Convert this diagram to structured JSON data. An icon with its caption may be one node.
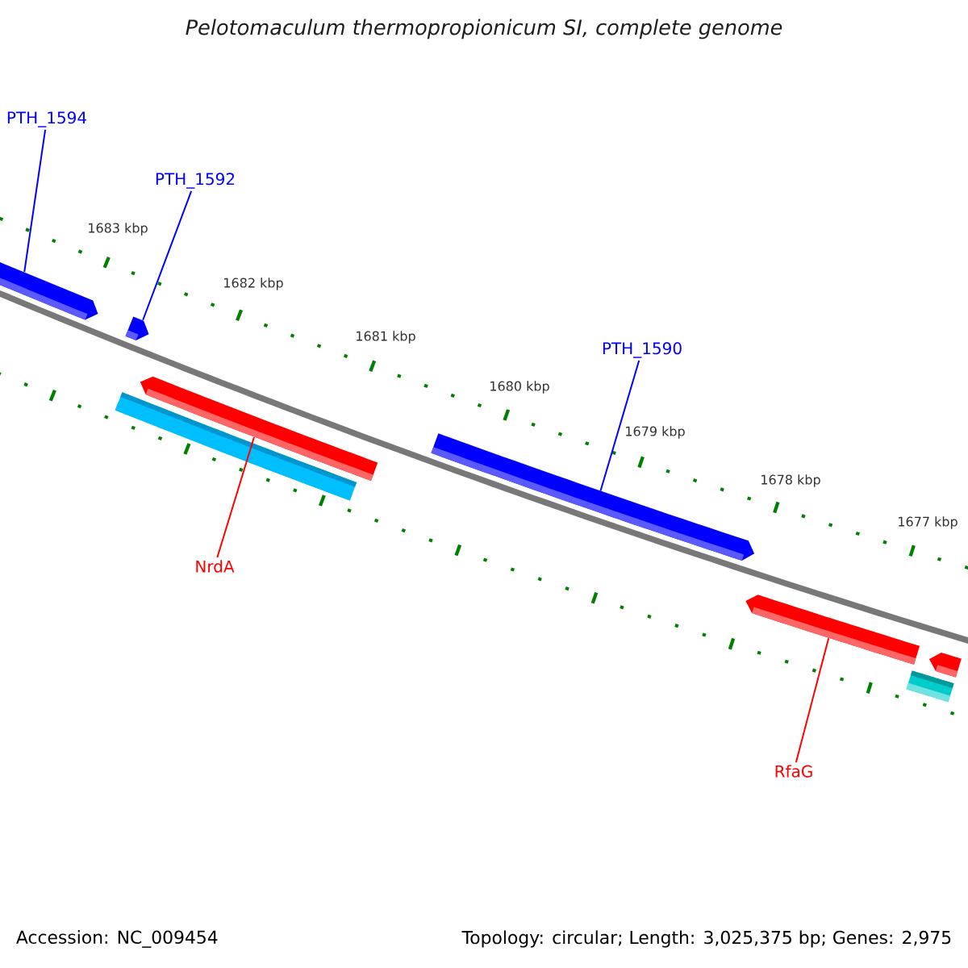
{
  "diagram": {
    "title": "Pelotomaculum thermopropionicum SI, complete genome",
    "nodes": [
      {
        "text": [
          "PTH_1594"
        ]
      },
      {
        "text": [],
        "shape": "bar"
      },
      {
        "text": [
          "PTH_1592"
        ]
      },
      {
        "text": [],
        "shape": "bar"
      },
      {
        "text": [
          "PTH_1590"
        ]
      },
      {
        "text": [],
        "shape": "bar"
      },
      {
        "text": [
          "NrdA"
        ]
      },
      {
        "text": [],
        "shape": "bar"
      },
      {
        "text": [],
        "shape": "bar"
      },
      {
        "text": [
          "RfaG"
        ]
      },
      {
        "text": [],
        "shape": "bar"
      },
      {
        "text": [],
        "shape": "bar"
      },
      {
        "text": [],
        "shape": "bar"
      }
    ],
    "edges": [
      {
        "from": 0,
        "to": 1,
        "arrow": "none"
      },
      {
        "from": 2,
        "to": 3,
        "arrow": "none"
      },
      {
        "from": 4,
        "to": 5,
        "arrow": "none"
      },
      {
        "from": 6,
        "to": 7,
        "arrow": "none",
        "color": "#ff0000"
      },
      {
        "from": 9,
        "to": 10,
        "arrow": "none",
        "color": "#ff0000"
      }
    ],
    "labels": [
      "1683 kbp",
      "1682 kbp",
      "1681 kbp",
      "1680 kbp",
      "1679 kbp",
      "1678 kbp",
      "1677 kbp",
      "Accession: NC_009454",
      "Topology: circular; Length: 3,025,375 bp; Genes: 2,975"
    ]
  }
}
